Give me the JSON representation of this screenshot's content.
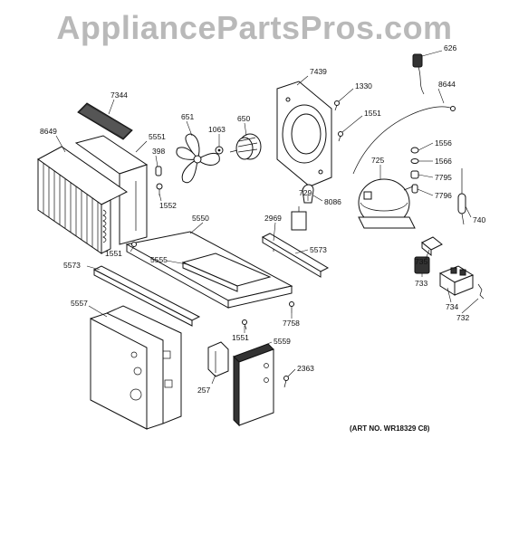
{
  "watermark": "AppliancePartsPros.com",
  "art_number": "(ART NO. WR18329 C8)",
  "parts": {
    "p7344": "7344",
    "p8649": "8649",
    "p5551a": "5551",
    "p398": "398",
    "p1552": "1552",
    "p651": "651",
    "p1063": "1063",
    "p650": "650",
    "p7439": "7439",
    "p1330": "1330",
    "p1551a": "1551",
    "p626": "626",
    "p8644": "8644",
    "p1556": "1556",
    "p1566": "1566",
    "p7795": "7795",
    "p7796": "7796",
    "p725": "725",
    "p740": "740",
    "p729": "729",
    "p8086": "8086",
    "p2969": "2969",
    "p5550": "5550",
    "p5555": "5555",
    "p5573a": "5573",
    "p1551b": "1551",
    "p5573b": "5573",
    "p735": "735",
    "p733": "733",
    "p734": "734",
    "p732": "732",
    "p5557": "5557",
    "p7758": "7758",
    "p1551c": "1551",
    "p5559": "5559",
    "p2363": "2363",
    "p257": "257"
  }
}
